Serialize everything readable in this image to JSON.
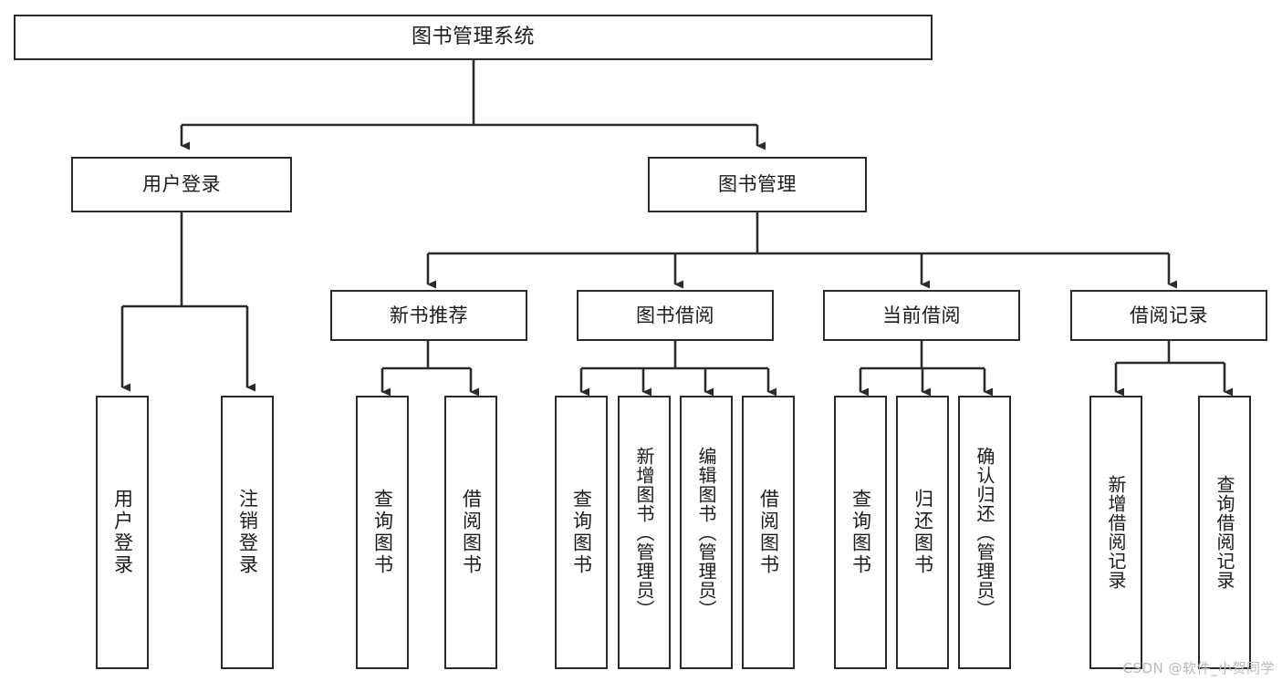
{
  "diagram": {
    "title": "图书管理系统",
    "type": "tree",
    "watermark": "CSDN @软件_小贺同学",
    "line_color": "#2b2b2b",
    "box_fill": "#ffffff",
    "text_color": "#1b1b1b",
    "nodes": {
      "root": {
        "label": "图书管理系统"
      },
      "level2": [
        {
          "label": "用户登录"
        },
        {
          "label": "图书管理"
        }
      ],
      "level3": [
        {
          "label": "新书推荐"
        },
        {
          "label": "图书借阅"
        },
        {
          "label": "当前借阅"
        },
        {
          "label": "借阅记录"
        }
      ],
      "leaves_user_login": [
        {
          "label": "用户登录"
        },
        {
          "label": "注销登录"
        }
      ],
      "leaves_new_book": [
        {
          "label": "查询图书"
        },
        {
          "label": "借阅图书"
        }
      ],
      "leaves_borrow": [
        {
          "label": "查询图书"
        },
        {
          "label": "新增图书（管理员）"
        },
        {
          "label": "编辑图书（管理员）"
        },
        {
          "label": "借阅图书"
        }
      ],
      "leaves_current": [
        {
          "label": "查询图书"
        },
        {
          "label": "归还图书"
        },
        {
          "label": "确认归还（管理员）"
        }
      ],
      "leaves_records": [
        {
          "label": "新增借阅记录"
        },
        {
          "label": "查询借阅记录"
        }
      ]
    }
  }
}
